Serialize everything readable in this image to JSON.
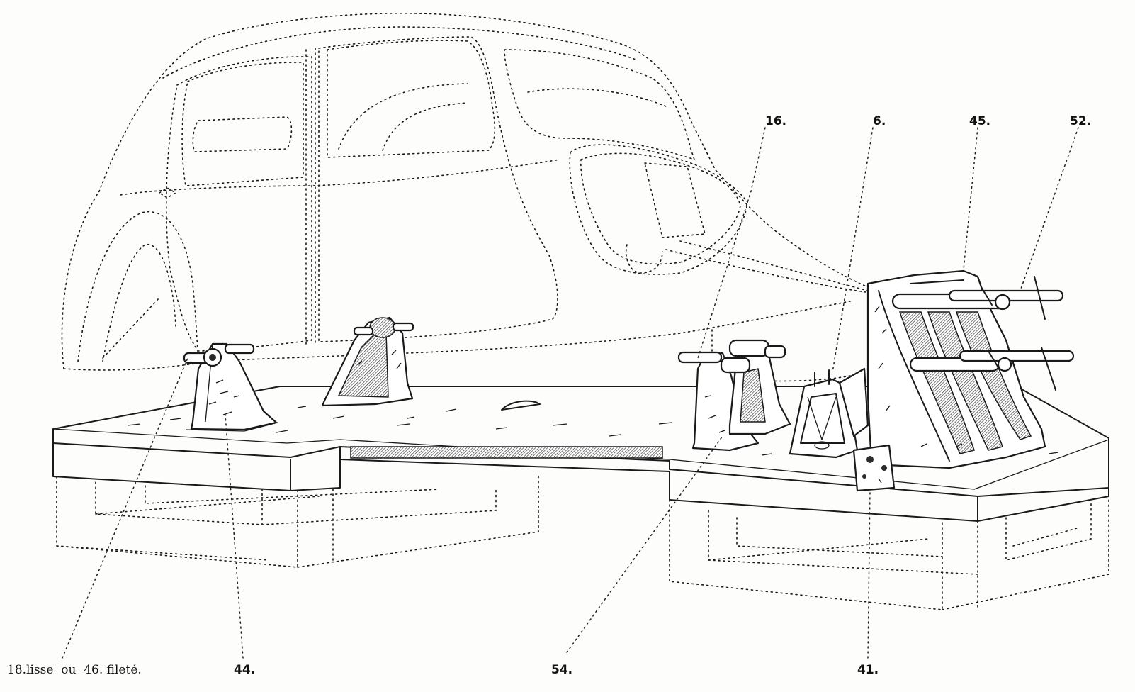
{
  "figure": {
    "callouts": [
      {
        "id": "c16",
        "text": "16."
      },
      {
        "id": "c6",
        "text": "6."
      },
      {
        "id": "c45",
        "text": "45."
      },
      {
        "id": "c52",
        "text": "52."
      },
      {
        "id": "c18",
        "text": "18.lisse  ou  46. fileté."
      },
      {
        "id": "c44",
        "text": "44."
      },
      {
        "id": "c54",
        "text": "54."
      },
      {
        "id": "c41",
        "text": "41."
      }
    ]
  }
}
